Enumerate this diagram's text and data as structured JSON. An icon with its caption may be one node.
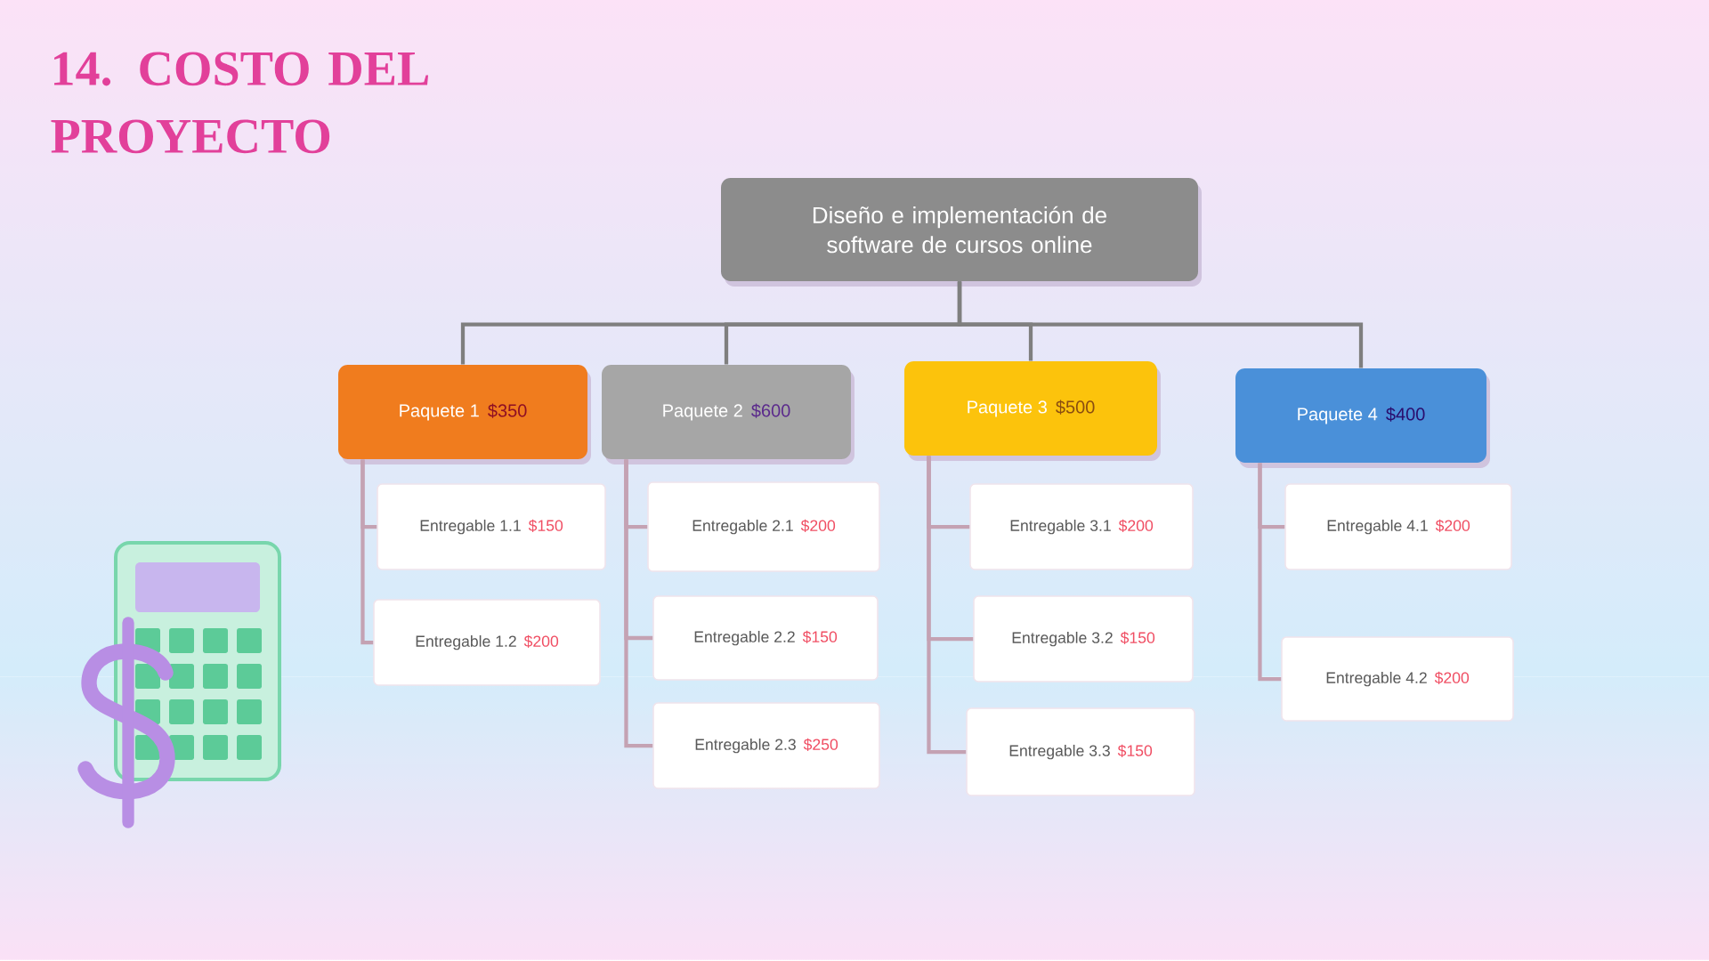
{
  "diagram": {
    "title": "14. COSTO DEL PROYECTO",
    "nodes": [
      {
        "text": [
          "Diseño e implementación de software de cursos online"
        ]
      },
      {
        "text": [
          "Paquete 1",
          "$350"
        ]
      },
      {
        "text": [
          "Paquete 2",
          "$600"
        ]
      },
      {
        "text": [
          "Paquete 3",
          "$500"
        ]
      },
      {
        "text": [
          "Paquete 4",
          "$400"
        ]
      },
      {
        "text": [
          "Entregable 1.1",
          "$150"
        ]
      },
      {
        "text": [
          "Entregable 1.2",
          "$200"
        ]
      },
      {
        "text": [
          "Entregable 2.1",
          "$200"
        ]
      },
      {
        "text": [
          "Entregable 2.2",
          "$150"
        ]
      },
      {
        "text": [
          "Entregable 2.3",
          "$250"
        ]
      },
      {
        "text": [
          "Entregable 3.1",
          "$200"
        ]
      },
      {
        "text": [
          "Entregable 3.2",
          "$150"
        ]
      },
      {
        "text": [
          "Entregable 3.3",
          "$150"
        ]
      },
      {
        "text": [
          "Entregable 4.1",
          "$200"
        ]
      },
      {
        "text": [
          "Entregable 4.2",
          "$200"
        ]
      }
    ],
    "edges": [
      {
        "from": 0,
        "to": 1,
        "arrow": "none",
        "color": "#7f7f7f"
      },
      {
        "from": 0,
        "to": 2,
        "arrow": "none",
        "color": "#7f7f7f"
      },
      {
        "from": 0,
        "to": 3,
        "arrow": "none",
        "color": "#7f7f7f"
      },
      {
        "from": 0,
        "to": 4,
        "arrow": "none",
        "color": "#7f7f7f"
      },
      {
        "from": 1,
        "to": 5,
        "arrow": "none"
      },
      {
        "from": 1,
        "to": 6,
        "arrow": "none"
      },
      {
        "from": 2,
        "to": 7,
        "arrow": "none"
      },
      {
        "from": 2,
        "to": 8,
        "arrow": "none"
      },
      {
        "from": 2,
        "to": 9,
        "arrow": "none"
      },
      {
        "from": 3,
        "to": 10,
        "arrow": "none"
      },
      {
        "from": 3,
        "to": 11,
        "arrow": "none"
      },
      {
        "from": 3,
        "to": 12,
        "arrow": "none"
      },
      {
        "from": 4,
        "to": 13,
        "arrow": "none"
      },
      {
        "from": 4,
        "to": 14,
        "arrow": "none"
      }
    ]
  }
}
